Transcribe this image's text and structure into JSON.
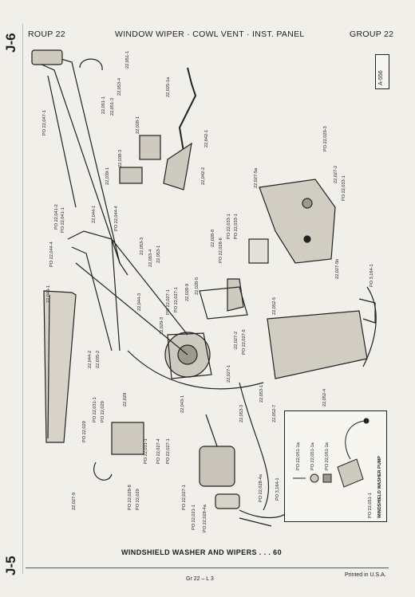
{
  "side_tab_top": "J-6",
  "side_tab_bottom": "J-5",
  "header": {
    "group_left": "ROUP 22",
    "title": "WINDOW WIPER · COWL VENT · INST. PANEL",
    "group_right": "GROUP 22"
  },
  "figure_id": "A-556",
  "caption": "WINDSHIELD WASHER AND WIPERS . . . 60",
  "footer": {
    "page": "Gr 22 – L 3",
    "printed": "Printed in U.S.A."
  },
  "inset": {
    "title": "WINDSHIELD WASHER PUMP",
    "labels": [
      "PO 22,051-1a",
      "PO 22,051-1a",
      "PO 22,051-1a",
      "PO 22,051-1"
    ]
  },
  "part_labels": [
    "PO 22,047-1",
    "22,051-1",
    "22,051-1",
    "22,051-3",
    "22,053-4",
    "22,025-1a",
    "22,042-1",
    "22,028-1",
    "22,038-3",
    "22,039-1",
    "22,042-2",
    "PO 22,041-1",
    "PO 22,041-2",
    "PO 22,044-4",
    "PO 22,044-4",
    "22,044-1",
    "22,053-3",
    "22,053-4",
    "22,053-1",
    "22,043-1",
    "22,044-3",
    "22,028-9",
    "22,028-5",
    "PO 22,027-1",
    "PO 22,027-1",
    "22,029-3",
    "22,027-2",
    "PO 22,027-5",
    "22,027-1",
    "22,044-2",
    "22,035-2",
    "PO 22,031-1",
    "PO 22,029",
    "PO 22,029",
    "22,029",
    "PO 22,031-1",
    "PO 22,027-4",
    "PO 22,027-1",
    "PO 22,029-8",
    "PO 22,029",
    "22,027-9",
    "PO 22,027-1",
    "PO 22,021-1",
    "PO 22,028-4a",
    "PO 22,028-4a",
    "PO 3,164-1",
    "22,052-7",
    "22,053-1",
    "22,053-3",
    "22,052-4",
    "22,052-5",
    "22,028-8",
    "PO 22,028-6",
    "PO 22,033-1",
    "PO 22,033-1",
    "22,027-5a",
    "22,027-5b",
    "PO 22,029-3",
    "22,027-2",
    "PO 22,033-1",
    "PO 3,164-1",
    "22,043-1"
  ]
}
